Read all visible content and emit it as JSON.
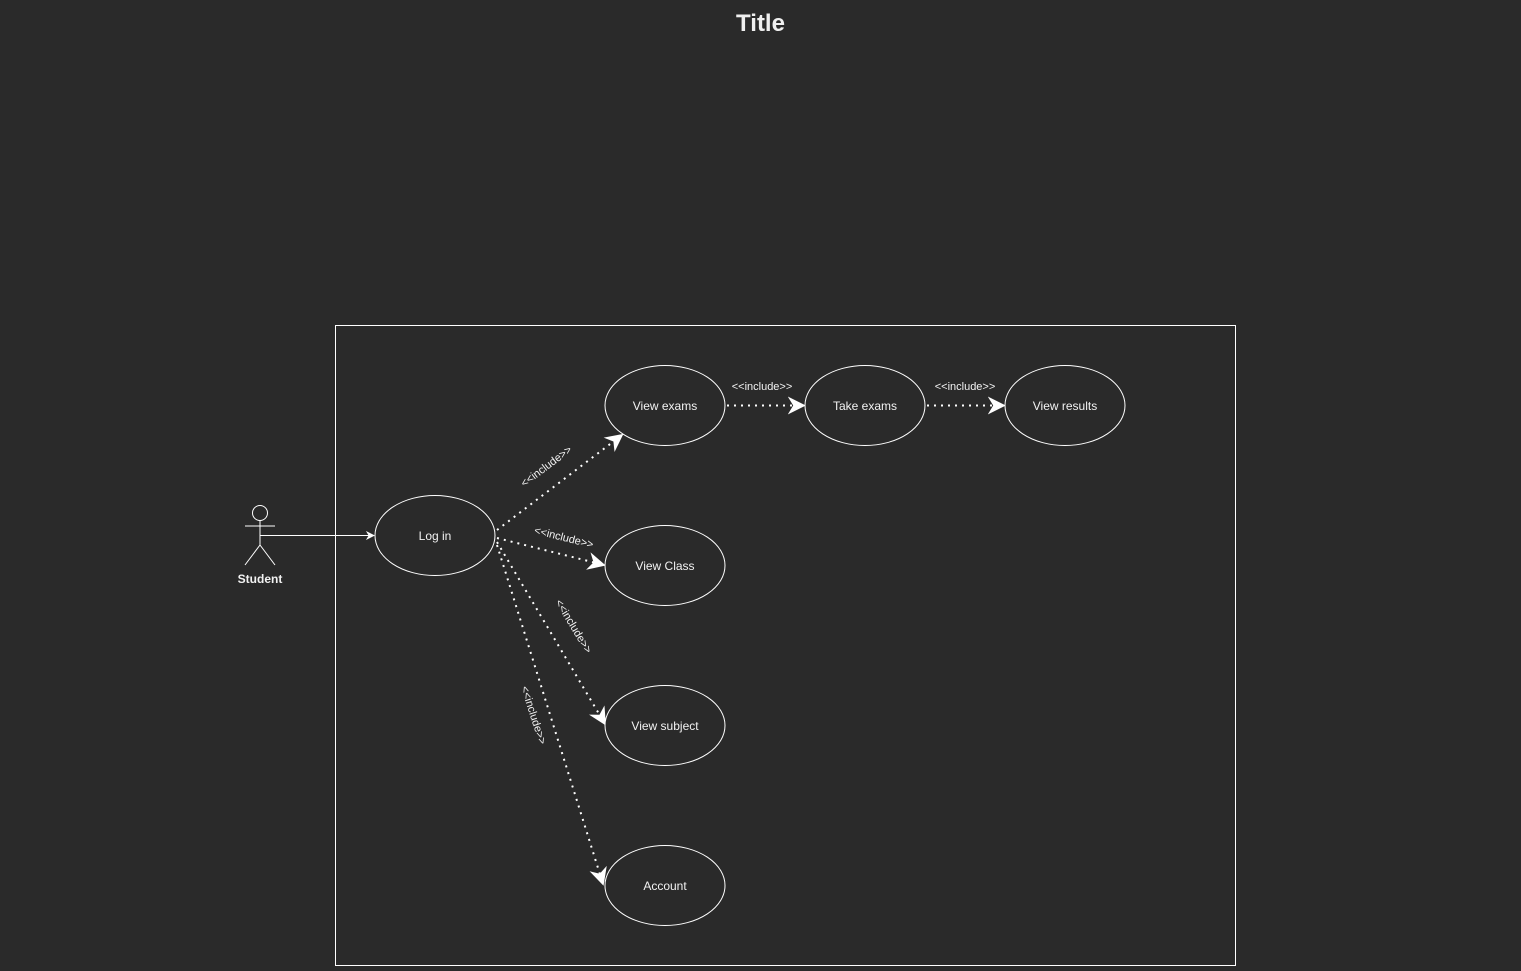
{
  "title": "Title",
  "colors": {
    "background": "#2a2a2a",
    "stroke": "#ffffff",
    "text": "#f2f2f2"
  },
  "actor": {
    "label": "Student",
    "icon": "stick-figure-icon"
  },
  "use_cases": {
    "login": "Log in",
    "view_exams": "View exams",
    "take_exams": "Take exams",
    "view_results": "View results",
    "view_class": "View Class",
    "view_subject": "View subject",
    "account": "Account"
  },
  "relations": {
    "login_view_exams": "<<include>>",
    "login_view_class": "<<include>>",
    "login_view_subject": "<<include>>",
    "login_account": "<<include>>",
    "view_exams_take_exams": "<<include>>",
    "take_exams_view_results": "<<include>>"
  }
}
